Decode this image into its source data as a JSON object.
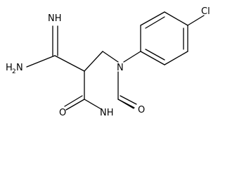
{
  "molecule": {
    "atoms": {
      "imine_nh": "NH",
      "amine": "H2N",
      "amine_h": "H",
      "amine_sub": "2",
      "amine_n": "N",
      "ring_n": "N",
      "chlorine": "Cl",
      "carbonyl_o_left": "O",
      "carbonyl_o_right": "O",
      "ring_nh": "NH"
    },
    "bond_color": "#000000"
  }
}
